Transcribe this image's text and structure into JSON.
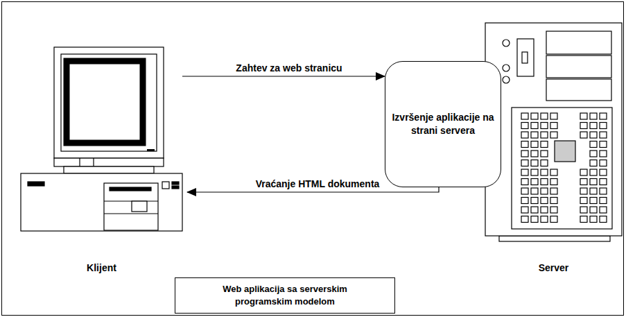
{
  "diagram": {
    "caption": "Web aplikacija sa serverskim programskim modelom",
    "nodes": [
      {
        "text": [
          "Klijent"
        ]
      },
      {
        "text": [
          "Server"
        ]
      },
      {
        "text": [
          "Izvršenje aplikacije na strani servera"
        ]
      },
      {
        "text": [
          "Web aplikacija sa serverskim programskim modelom"
        ]
      }
    ],
    "edges": [
      {
        "from": 0,
        "to": 2,
        "label": "Zahtev za web stranicu",
        "arrow": "to"
      },
      {
        "from": 2,
        "to": 0,
        "label": "Vraćanje HTML dokumenta",
        "arrow": "to"
      }
    ]
  }
}
